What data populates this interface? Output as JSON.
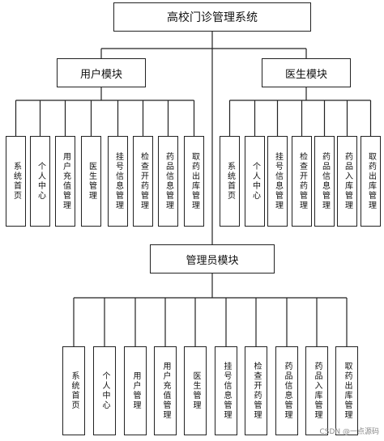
{
  "root": {
    "label": "高校门诊管理系统"
  },
  "modules": [
    {
      "label": "用户模块",
      "children": [
        "系统首页",
        "个人中心",
        "用户充值管理",
        "医生管理",
        "挂号信息管理",
        "检查开药管理",
        "药品信息管理",
        "取药出库管理"
      ]
    },
    {
      "label": "医生模块",
      "children": [
        "系统首页",
        "个人中心",
        "挂号信息管理",
        "检查开药管理",
        "药品信息管理",
        "药品入库管理",
        "取药出库管理"
      ]
    },
    {
      "label": "管理员模块",
      "children": [
        "系统首页",
        "个人中心",
        "用户管理",
        "用户充值管理",
        "医生管理",
        "挂号信息管理",
        "检查开药管理",
        "药品信息管理",
        "药品入库管理",
        "取药出库管理"
      ]
    }
  ],
  "watermark": "CSDN @一点源码"
}
